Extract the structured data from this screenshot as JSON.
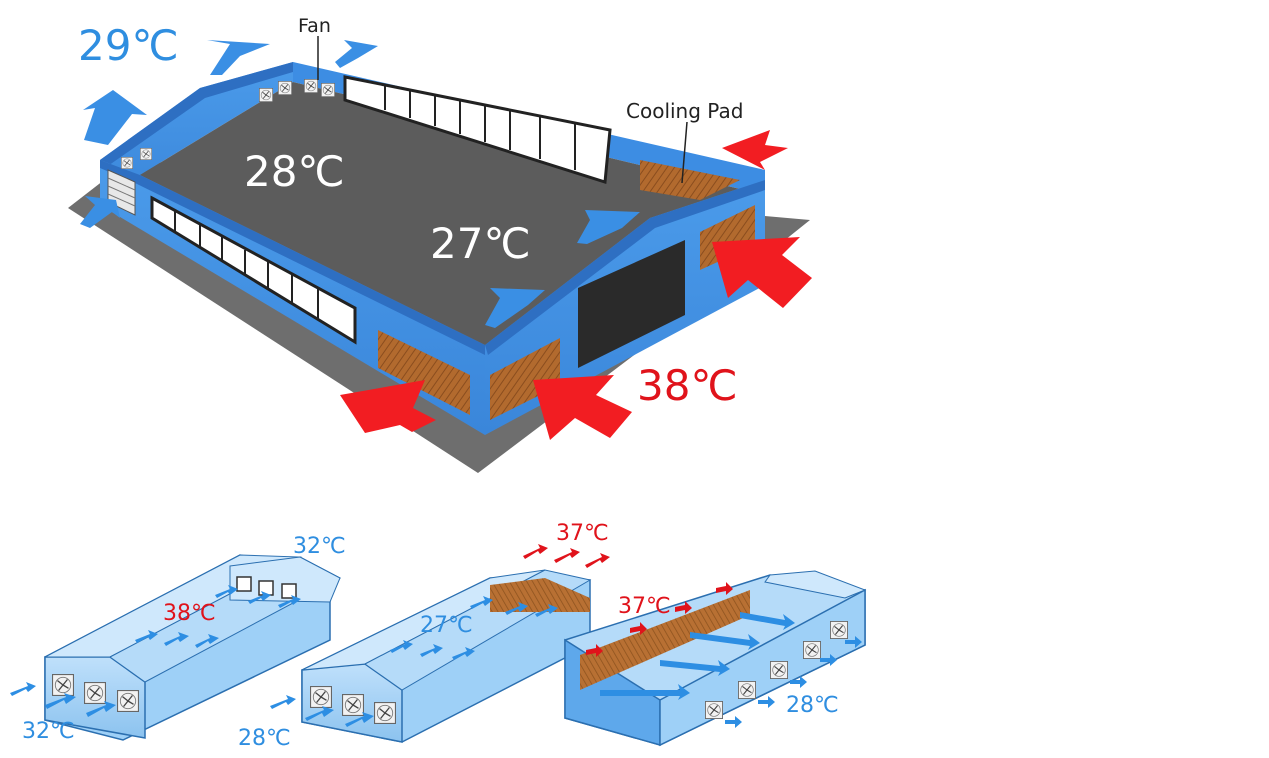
{
  "main_diagram": {
    "fan_label": "Fan",
    "cooling_pad_label": "Cooling Pad",
    "temp_exhaust": "29℃",
    "temp_inside_back": "28℃",
    "temp_inside_front": "27℃",
    "temp_outside": "38℃"
  },
  "small_diagrams": {
    "left": {
      "temp_top": "32℃",
      "temp_inside": "38℃",
      "temp_bottom": "32℃"
    },
    "middle": {
      "temp_top": "37℃",
      "temp_inside": "27℃",
      "temp_bottom": "28℃"
    },
    "right": {
      "temp_pad": "37℃",
      "temp_bottom": "28℃"
    }
  },
  "colors": {
    "wall_blue": "#3f8fe4",
    "roof_gray": "#5c5c5c",
    "shadow_gray": "#6e6e6e",
    "cooling_pad_brown": "#b4692e",
    "hot_arrow_red": "#f21d22",
    "cool_arrow_blue": "#2d8ee3"
  }
}
